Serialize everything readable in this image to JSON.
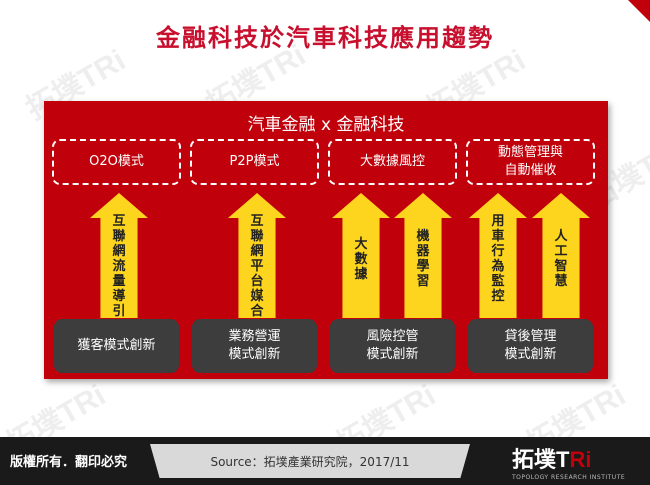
{
  "title": "金融科技於汽車科技應用趨勢",
  "panel_title": "汽車金融 x 金融科技",
  "models": [
    {
      "label": "O2O模式"
    },
    {
      "label": "P2P模式"
    },
    {
      "label": "大數據風控"
    },
    {
      "label": "動態管理與\n自動催收"
    }
  ],
  "arrows": [
    {
      "text": "互聯網流量導引"
    },
    {
      "text": "互聯網平台媒合"
    },
    {
      "text": "大數據"
    },
    {
      "text": "機器學習"
    },
    {
      "text": "用車行為監控"
    },
    {
      "text": "人工智慧"
    }
  ],
  "innovations": [
    {
      "label": "獲客模式創新"
    },
    {
      "label": "業務營運\n模式創新"
    },
    {
      "label": "風險控管\n模式創新"
    },
    {
      "label": "貸後管理\n模式創新"
    }
  ],
  "footer": {
    "copyright": "版權所有．翻印必究",
    "source": "Source：拓墣產業研究院，2017/11",
    "logo_main_prefix": "拓墣T",
    "logo_main_accent": "Ri",
    "logo_sub": "TOPOLOGY RESEARCH INSTITUTE"
  },
  "watermark": "拓墣TRi",
  "colors": {
    "accent_red": "#c0000a",
    "arrow_yellow": "#fdd41e",
    "dark_box": "#3d3d3d"
  }
}
